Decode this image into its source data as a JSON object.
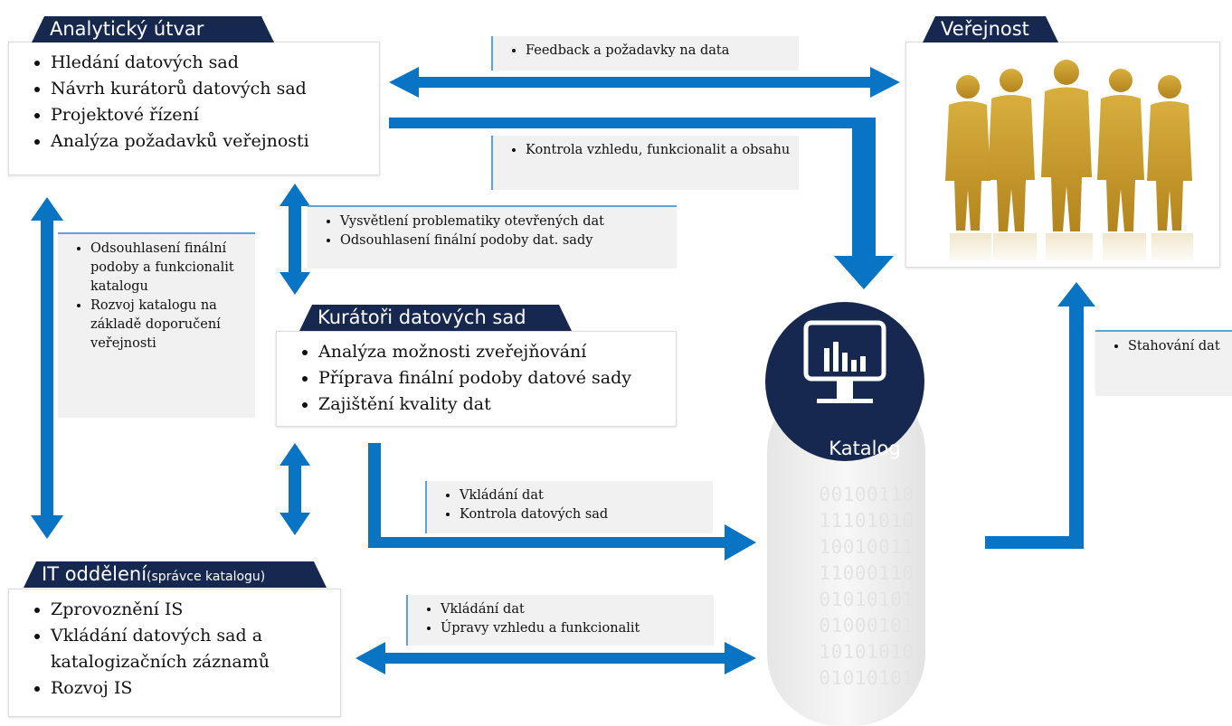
{
  "colors": {
    "navy": "#16284f",
    "arrow_blue": "#0a74c4",
    "note_bg": "#f1f1f1",
    "gold": "#c59a2e"
  },
  "analytic": {
    "title": "Analytický útvar",
    "items": [
      "Hledání datových sad",
      "Návrh kurátorů datových sad",
      "Projektové řízení",
      "Analýza požadavků veřejnosti"
    ]
  },
  "public": {
    "title": "Veřejnost",
    "image": "people-silhouettes"
  },
  "curators": {
    "title": "Kurátoři datových sad",
    "items": [
      "Analýza možnosti zveřejňování",
      "Příprava finální podoby datové sady",
      "Zajištění kvality dat"
    ]
  },
  "it": {
    "title": "IT oddělení",
    "subtitle": "(správce katalogu)",
    "items": [
      "Zprovoznění IS",
      "Vkládání datových sad a katalogizačních záznamů",
      "Rozvoj IS"
    ]
  },
  "catalog": {
    "label": "Katalog",
    "icon": "monitor-chart-icon",
    "binary": [
      "00100110",
      "11101010",
      "10010011",
      "11000110",
      "01010101",
      "01000101",
      "10101010",
      "01010101"
    ]
  },
  "notes": {
    "feedback": [
      "Feedback a požadavky na data"
    ],
    "control": [
      "Kontrola vzhledu, funkcionalit a obsahu"
    ],
    "explain": [
      "Vysvětlení problematiky otevřených dat",
      "Odsouhlasení finální podoby dat. sady"
    ],
    "approve": [
      "Odsouhlasení finální podoby a funkcionalit katalogu",
      "Rozvoj katalogu na základě doporučení veřejnosti"
    ],
    "insert": [
      "Vkládání dat",
      "Kontrola datových sad"
    ],
    "insert_it": [
      "Vkládání dat",
      "Úpravy vzhledu a funkcionalit"
    ],
    "download": [
      "Stahování dat"
    ]
  }
}
